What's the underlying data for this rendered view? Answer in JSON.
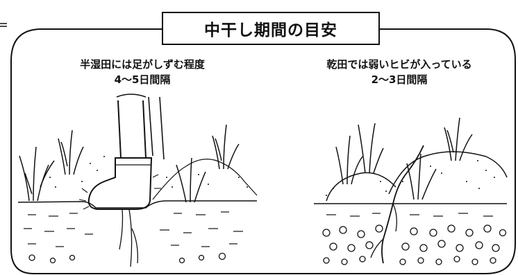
{
  "title": "中干し期間の目安",
  "left_panel": {
    "caption": "半湿田には足がしずむ程度",
    "interval": "4～5日間隔"
  },
  "right_panel": {
    "caption": "乾田では弱いヒビが入っている",
    "interval": "2～3日間隔"
  }
}
